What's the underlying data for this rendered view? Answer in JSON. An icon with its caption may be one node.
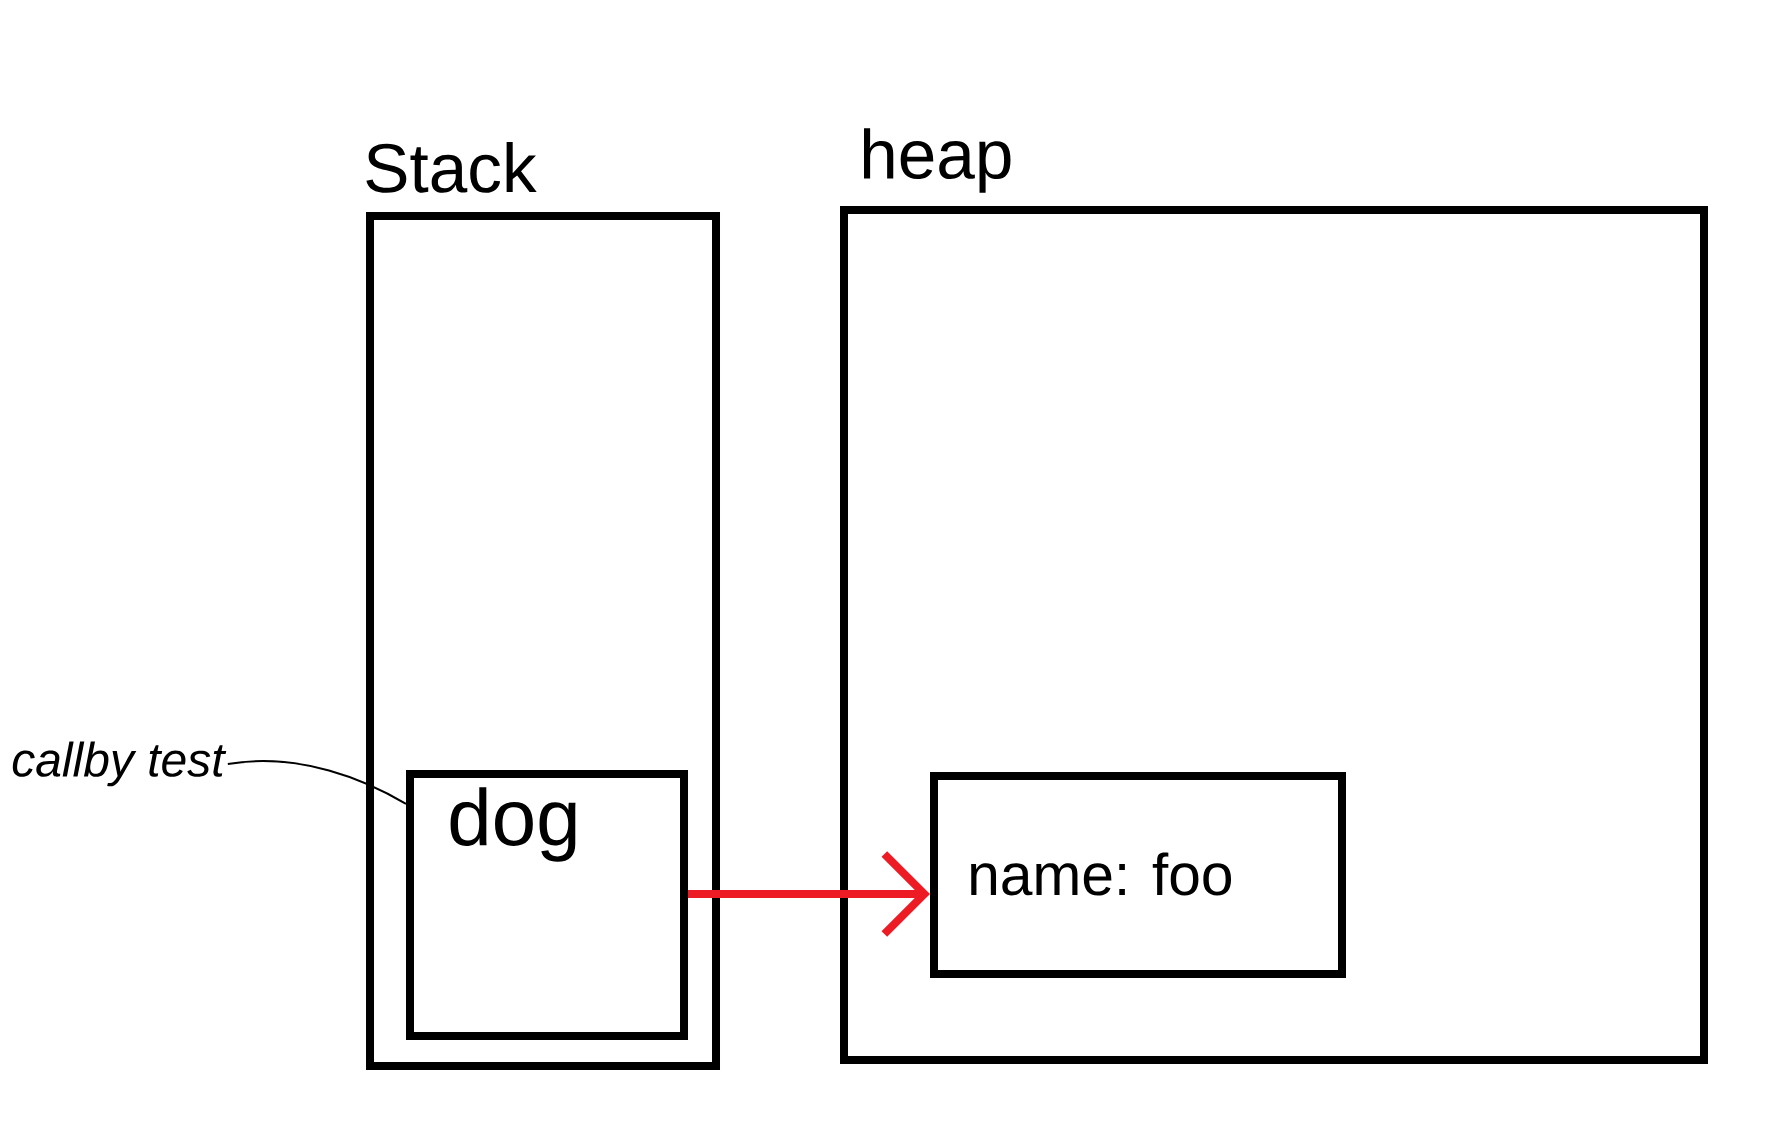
{
  "diagram": {
    "nodes": [
      {
        "text": [
          "Stack"
        ]
      },
      {
        "text": [
          "dog"
        ],
        "in": 0
      },
      {
        "text": [
          "heap"
        ]
      },
      {
        "text": [
          "name: foo"
        ],
        "in": 2
      },
      {
        "text": [
          "callby test"
        ]
      }
    ],
    "edges": [
      {
        "from": 1,
        "to": 3,
        "arrow": "to",
        "style": "thick",
        "color": "#ed1c24"
      },
      {
        "from": 4,
        "to": 1,
        "arrow": "none",
        "color": "#000000"
      }
    ]
  }
}
